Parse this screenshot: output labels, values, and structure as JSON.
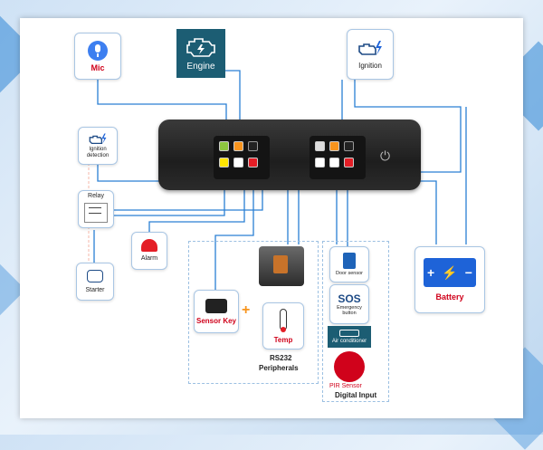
{
  "labels": {
    "mic": "Mic",
    "engine": "Engine",
    "ignition": "Ignition",
    "ignition_detection": "Ignition detection",
    "relay": "Relay",
    "alarm": "Alarm",
    "starter": "Starter",
    "sensor_key": "Sensor Key",
    "temp": "Temp",
    "rs232": "RS232",
    "peripherals": "Peripherals",
    "door_sensor": "Door sensor",
    "sos": "SOS",
    "emergency_button": "Emergency button",
    "air_conditioner": "Air conditioner",
    "pir_sensor": "PIR Sensor",
    "digital_input": "Digital Input",
    "battery": "Battery",
    "plus": "+"
  },
  "connector_left_pins": [
    "#8dc63f",
    "#f7941d",
    "#222222",
    "#ffe600",
    "#ffffff",
    "#e41e26"
  ],
  "connector_right_pins": [
    "#dddddd",
    "#f7941d",
    "#222222",
    "#ffffff",
    "#ffffff",
    "#e41e26"
  ],
  "colors": {
    "accent": "#1e63b8",
    "wire": "#2a7fd4",
    "label_red": "#d0021b",
    "engine_bg": "#1c5d73"
  },
  "icons": [
    "mic-icon",
    "engine-icon",
    "ignition-icon",
    "relay-icon",
    "alarm-icon",
    "starter-icon",
    "sensor-key-icon",
    "thermometer-icon",
    "rs232-device-icon",
    "door-sensor-icon",
    "air-conditioner-icon",
    "pir-sensor-icon",
    "battery-icon",
    "power-plug-icon"
  ]
}
